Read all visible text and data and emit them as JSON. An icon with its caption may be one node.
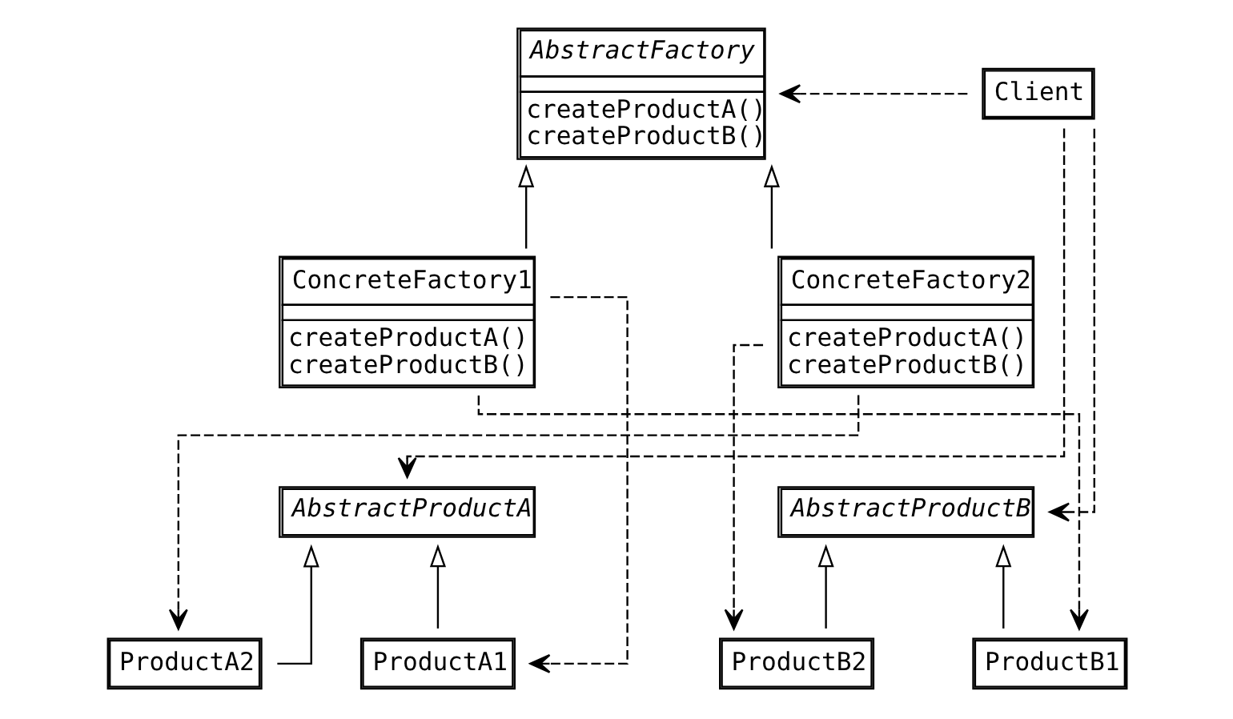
{
  "diagram": {
    "nodes": [
      {
        "text": [
          "Client"
        ]
      },
      {
        "text": [
          "AbstractFactory",
          "createProductA() createProductB()"
        ]
      },
      {
        "text": [
          "ConcreteFactory1",
          "createProductA() createProductB()"
        ]
      },
      {
        "text": [
          "ConcreteFactory2",
          "createProductA() createProductB()"
        ]
      },
      {
        "text": [
          "AbstractProductA"
        ]
      },
      {
        "text": [
          "AbstractProductB"
        ]
      },
      {
        "text": [
          "ProductA1"
        ]
      },
      {
        "text": [
          "ProductA2"
        ]
      },
      {
        "text": [
          "ProductB1"
        ]
      },
      {
        "text": [
          "ProductB2"
        ]
      }
    ],
    "edges": [
      {
        "from": 0,
        "to": 1,
        "arrow": "to",
        "style": "dashed"
      },
      {
        "from": 2,
        "to": 1,
        "arrow": "to"
      },
      {
        "from": 3,
        "to": 1,
        "arrow": "to"
      },
      {
        "from": 0,
        "to": 4,
        "arrow": "to",
        "style": "dashed"
      },
      {
        "from": 0,
        "to": 5,
        "arrow": "to",
        "style": "dashed"
      },
      {
        "from": 2,
        "to": 6,
        "arrow": "to",
        "style": "dashed"
      },
      {
        "from": 2,
        "to": 8,
        "arrow": "to",
        "style": "dashed"
      },
      {
        "from": 3,
        "to": 7,
        "arrow": "to",
        "style": "dashed"
      },
      {
        "from": 3,
        "to": 9,
        "arrow": "to",
        "style": "dashed"
      },
      {
        "from": 6,
        "to": 4,
        "arrow": "to"
      },
      {
        "from": 7,
        "to": 4,
        "arrow": "to"
      },
      {
        "from": 8,
        "to": 5,
        "arrow": "to"
      },
      {
        "from": 9,
        "to": 5,
        "arrow": "to"
      }
    ]
  }
}
